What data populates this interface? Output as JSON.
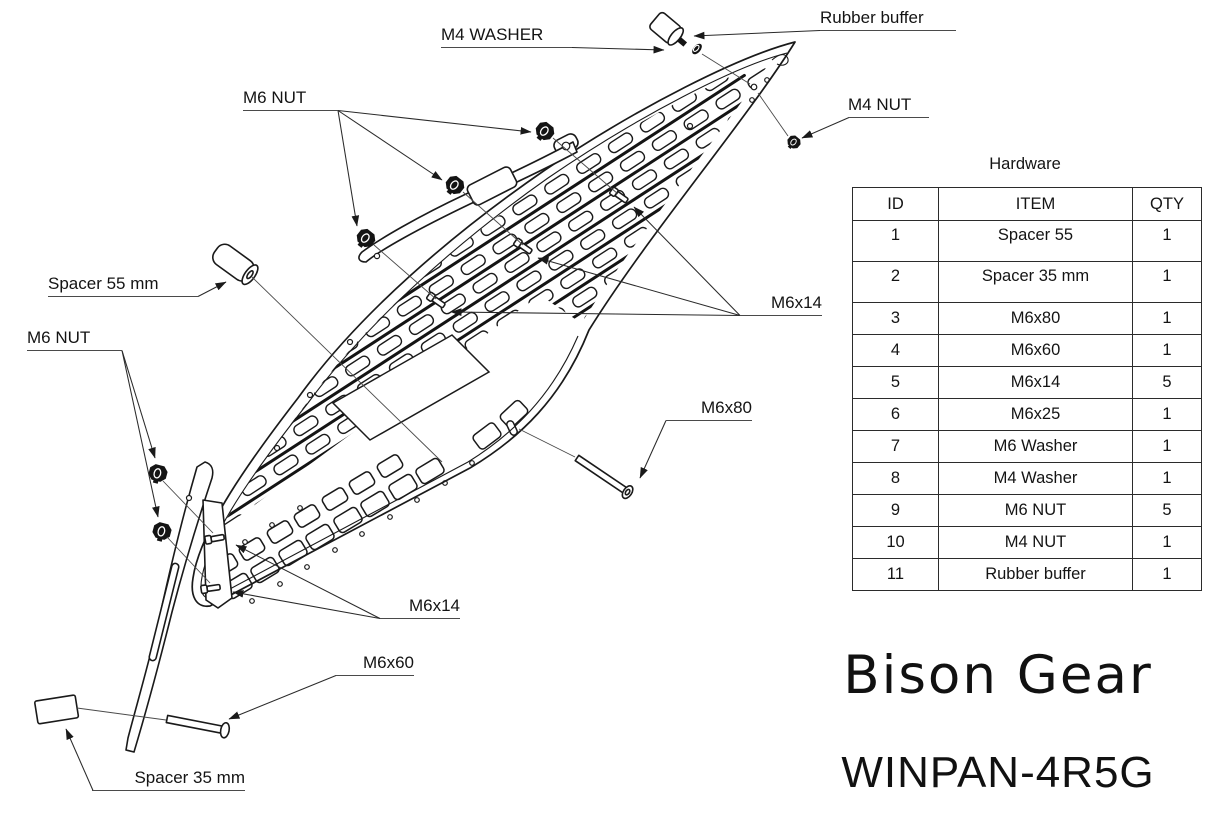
{
  "drawing": {
    "callouts": {
      "rubber_buffer": "Rubber buffer",
      "m4_washer": "M4 WASHER",
      "m6_nut_top": "M6 NUT",
      "m4_nut": "M4 NUT",
      "spacer_55": "Spacer 55 mm",
      "m6_nut_left": "M6 NUT",
      "m6x14_right": "M6x14",
      "m6x80": "M6x80",
      "m6x14_bottom": "M6x14",
      "m6x60": "M6x60",
      "spacer_35": "Spacer 35 mm"
    }
  },
  "hardware_table": {
    "title": "Hardware",
    "columns": [
      "ID",
      "ITEM",
      "QTY"
    ],
    "rows": [
      [
        "1",
        "Spacer 55",
        "1"
      ],
      [
        "2",
        "Spacer 35 mm",
        "1"
      ],
      [
        "3",
        "M6x80",
        "1"
      ],
      [
        "4",
        "M6x60",
        "1"
      ],
      [
        "5",
        "M6x14",
        "5"
      ],
      [
        "6",
        "M6x25",
        "1"
      ],
      [
        "7",
        "M6 Washer",
        "1"
      ],
      [
        "8",
        "M4 Washer",
        "1"
      ],
      [
        "9",
        "M6 NUT",
        "5"
      ],
      [
        "10",
        "M4 NUT",
        "1"
      ],
      [
        "11",
        "Rubber buffer",
        "1"
      ]
    ]
  },
  "brand": {
    "name": "Bison Gear",
    "model": "WINPAN-4R5G"
  },
  "colors": {
    "line": "#1a1a1a",
    "background": "#ffffff"
  }
}
